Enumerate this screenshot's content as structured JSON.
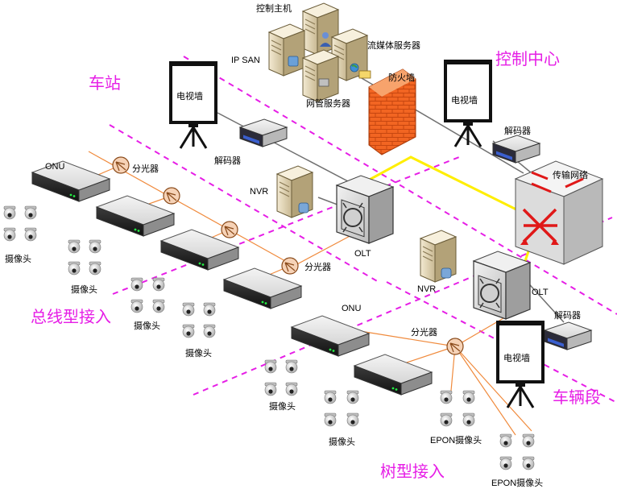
{
  "zones": {
    "station": "车站",
    "control_center": "控制中心",
    "bus_access": "总线型接入",
    "tree_access": "树型接入",
    "vehicle_section": "车辆段"
  },
  "devices": {
    "control_host": "控制主机",
    "ip_san": "IP SAN",
    "streaming_server": "流媒体服务器",
    "network_mgmt_server": "网管服务器",
    "firewall": "防火墙",
    "tv_wall": "电视墙",
    "decoder": "解码器",
    "nvr": "NVR",
    "olt": "OLT",
    "onu": "ONU",
    "splitter": "分光器",
    "camera": "摄像头",
    "epon_camera": "EPON摄像头",
    "transport_network": "传输网络"
  },
  "colors": {
    "zone_text": "#e61ee6",
    "zone_divider": "#e61ee6",
    "fiber": "#f08a3c",
    "ethernet": "#707070",
    "backbone": "#ffee00",
    "firewall": "#f26522"
  }
}
